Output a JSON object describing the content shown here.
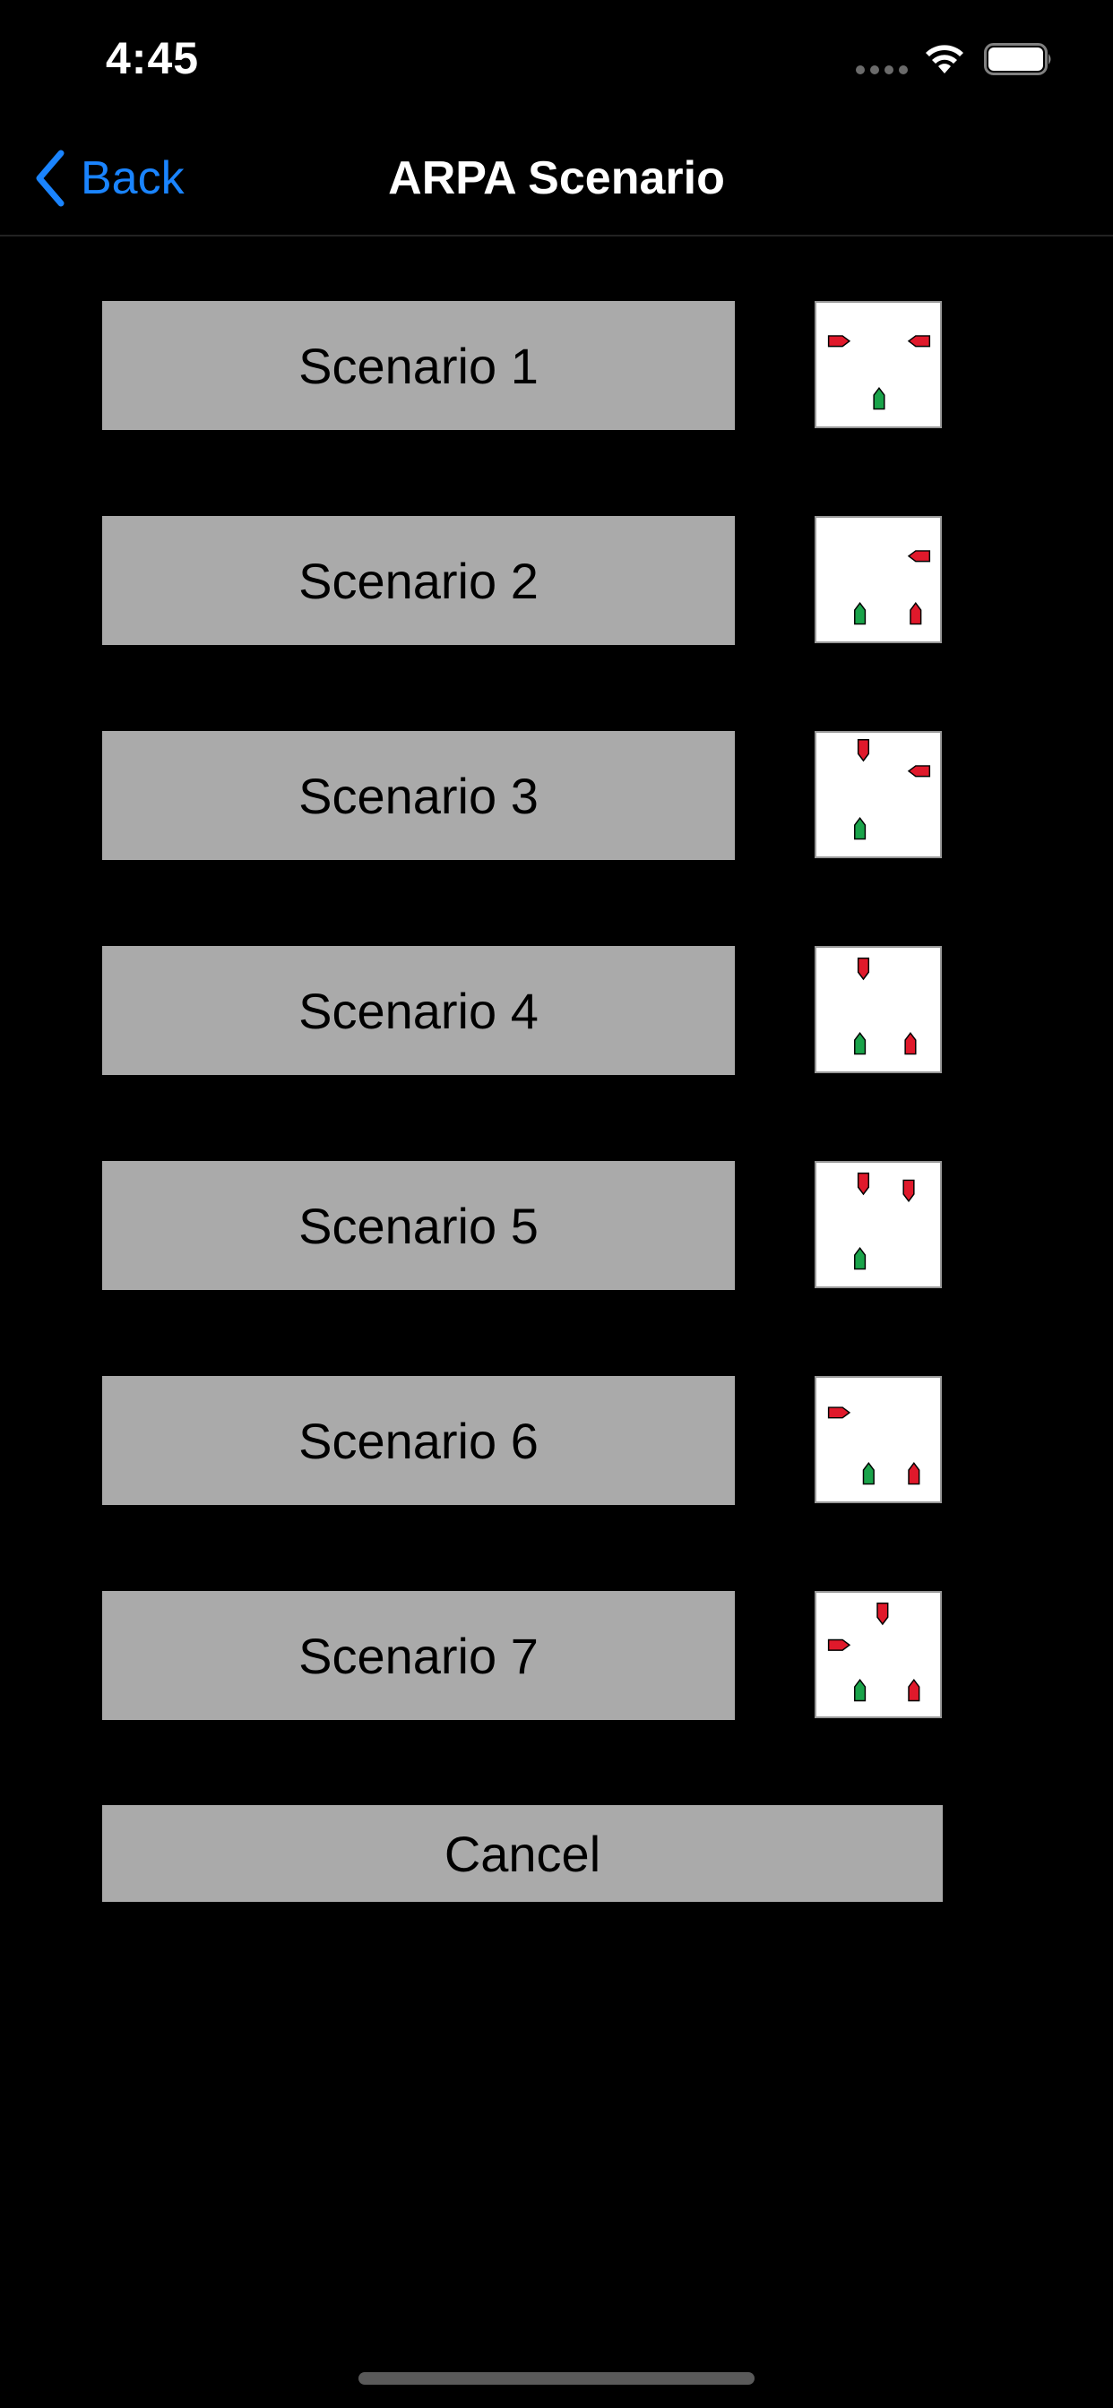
{
  "status_bar": {
    "time": "4:45",
    "wifi_icon": "wifi-icon",
    "battery_icon": "battery-full-icon"
  },
  "nav": {
    "back_label": "Back",
    "title": "ARPA Scenario",
    "accent_color": "#1a84ff"
  },
  "scenarios": [
    {
      "label": "Scenario 1"
    },
    {
      "label": "Scenario 2"
    },
    {
      "label": "Scenario 3"
    },
    {
      "label": "Scenario 4"
    },
    {
      "label": "Scenario 5"
    },
    {
      "label": "Scenario 6"
    },
    {
      "label": "Scenario 7"
    }
  ],
  "cancel_label": "Cancel",
  "colors": {
    "button_bg": "#aaaaaa",
    "own_ship": "#1aa34a",
    "target_ship": "#e0192b"
  }
}
